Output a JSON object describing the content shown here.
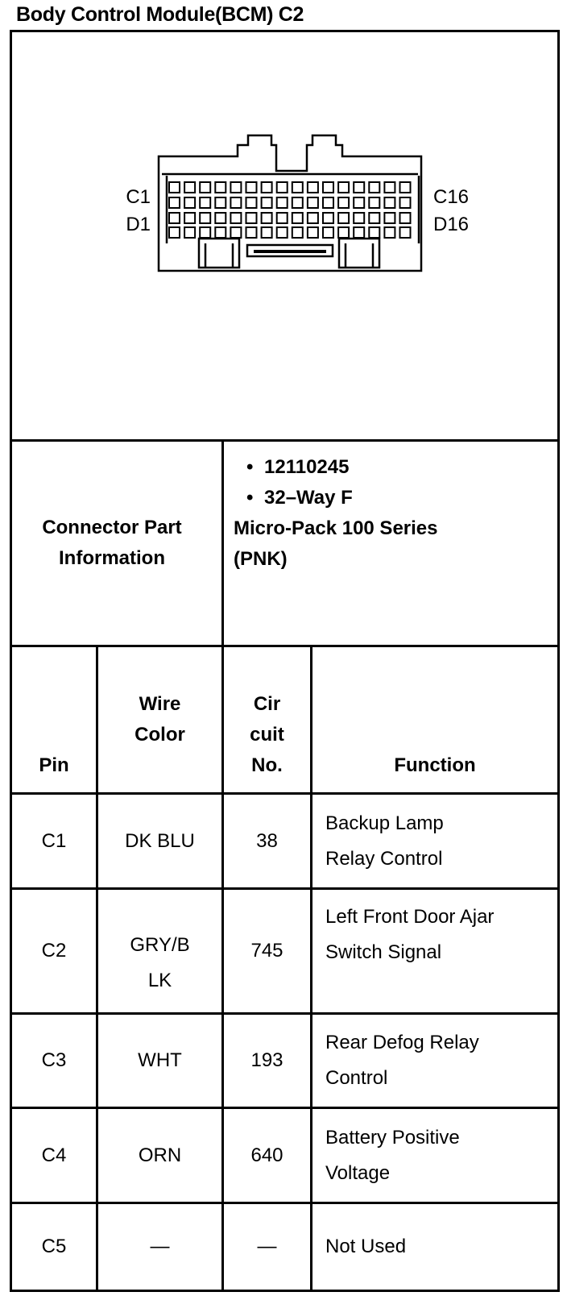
{
  "title": "Body Control Module(BCM) C2",
  "diagram": {
    "label_top_left": "C1",
    "label_bottom_left": "D1",
    "label_top_right": "C16",
    "label_bottom_right": "D16"
  },
  "connector_info": {
    "label_line1": "Connector Part",
    "label_line2": "Information",
    "part_number": "12110245",
    "way": "32–Way F",
    "series": "Micro-Pack 100 Series",
    "color": "(PNK)"
  },
  "table": {
    "headers": {
      "pin": "Pin",
      "wire_color_1": "Wire",
      "wire_color_2": "Color",
      "circuit_1": "Cir",
      "circuit_2": "cuit",
      "circuit_3": "No.",
      "function": "Function"
    },
    "rows": [
      {
        "pin": "C1",
        "wire_color": [
          "DK BLU"
        ],
        "circuit": "38",
        "function": [
          "Backup Lamp",
          "Relay Control"
        ]
      },
      {
        "pin": "C2",
        "wire_color": [
          "GRY/B",
          "LK"
        ],
        "circuit": "745",
        "function": [
          "Left Front Door Ajar",
          "Switch Signal"
        ]
      },
      {
        "pin": "C3",
        "wire_color": [
          "WHT"
        ],
        "circuit": "193",
        "function": [
          "Rear Defog Relay",
          "Control"
        ]
      },
      {
        "pin": "C4",
        "wire_color": [
          "ORN"
        ],
        "circuit": "640",
        "function": [
          "Battery Positive",
          "Voltage"
        ]
      },
      {
        "pin": "C5",
        "wire_color": [
          "—"
        ],
        "circuit": "—",
        "function": [
          "Not Used"
        ]
      }
    ]
  }
}
